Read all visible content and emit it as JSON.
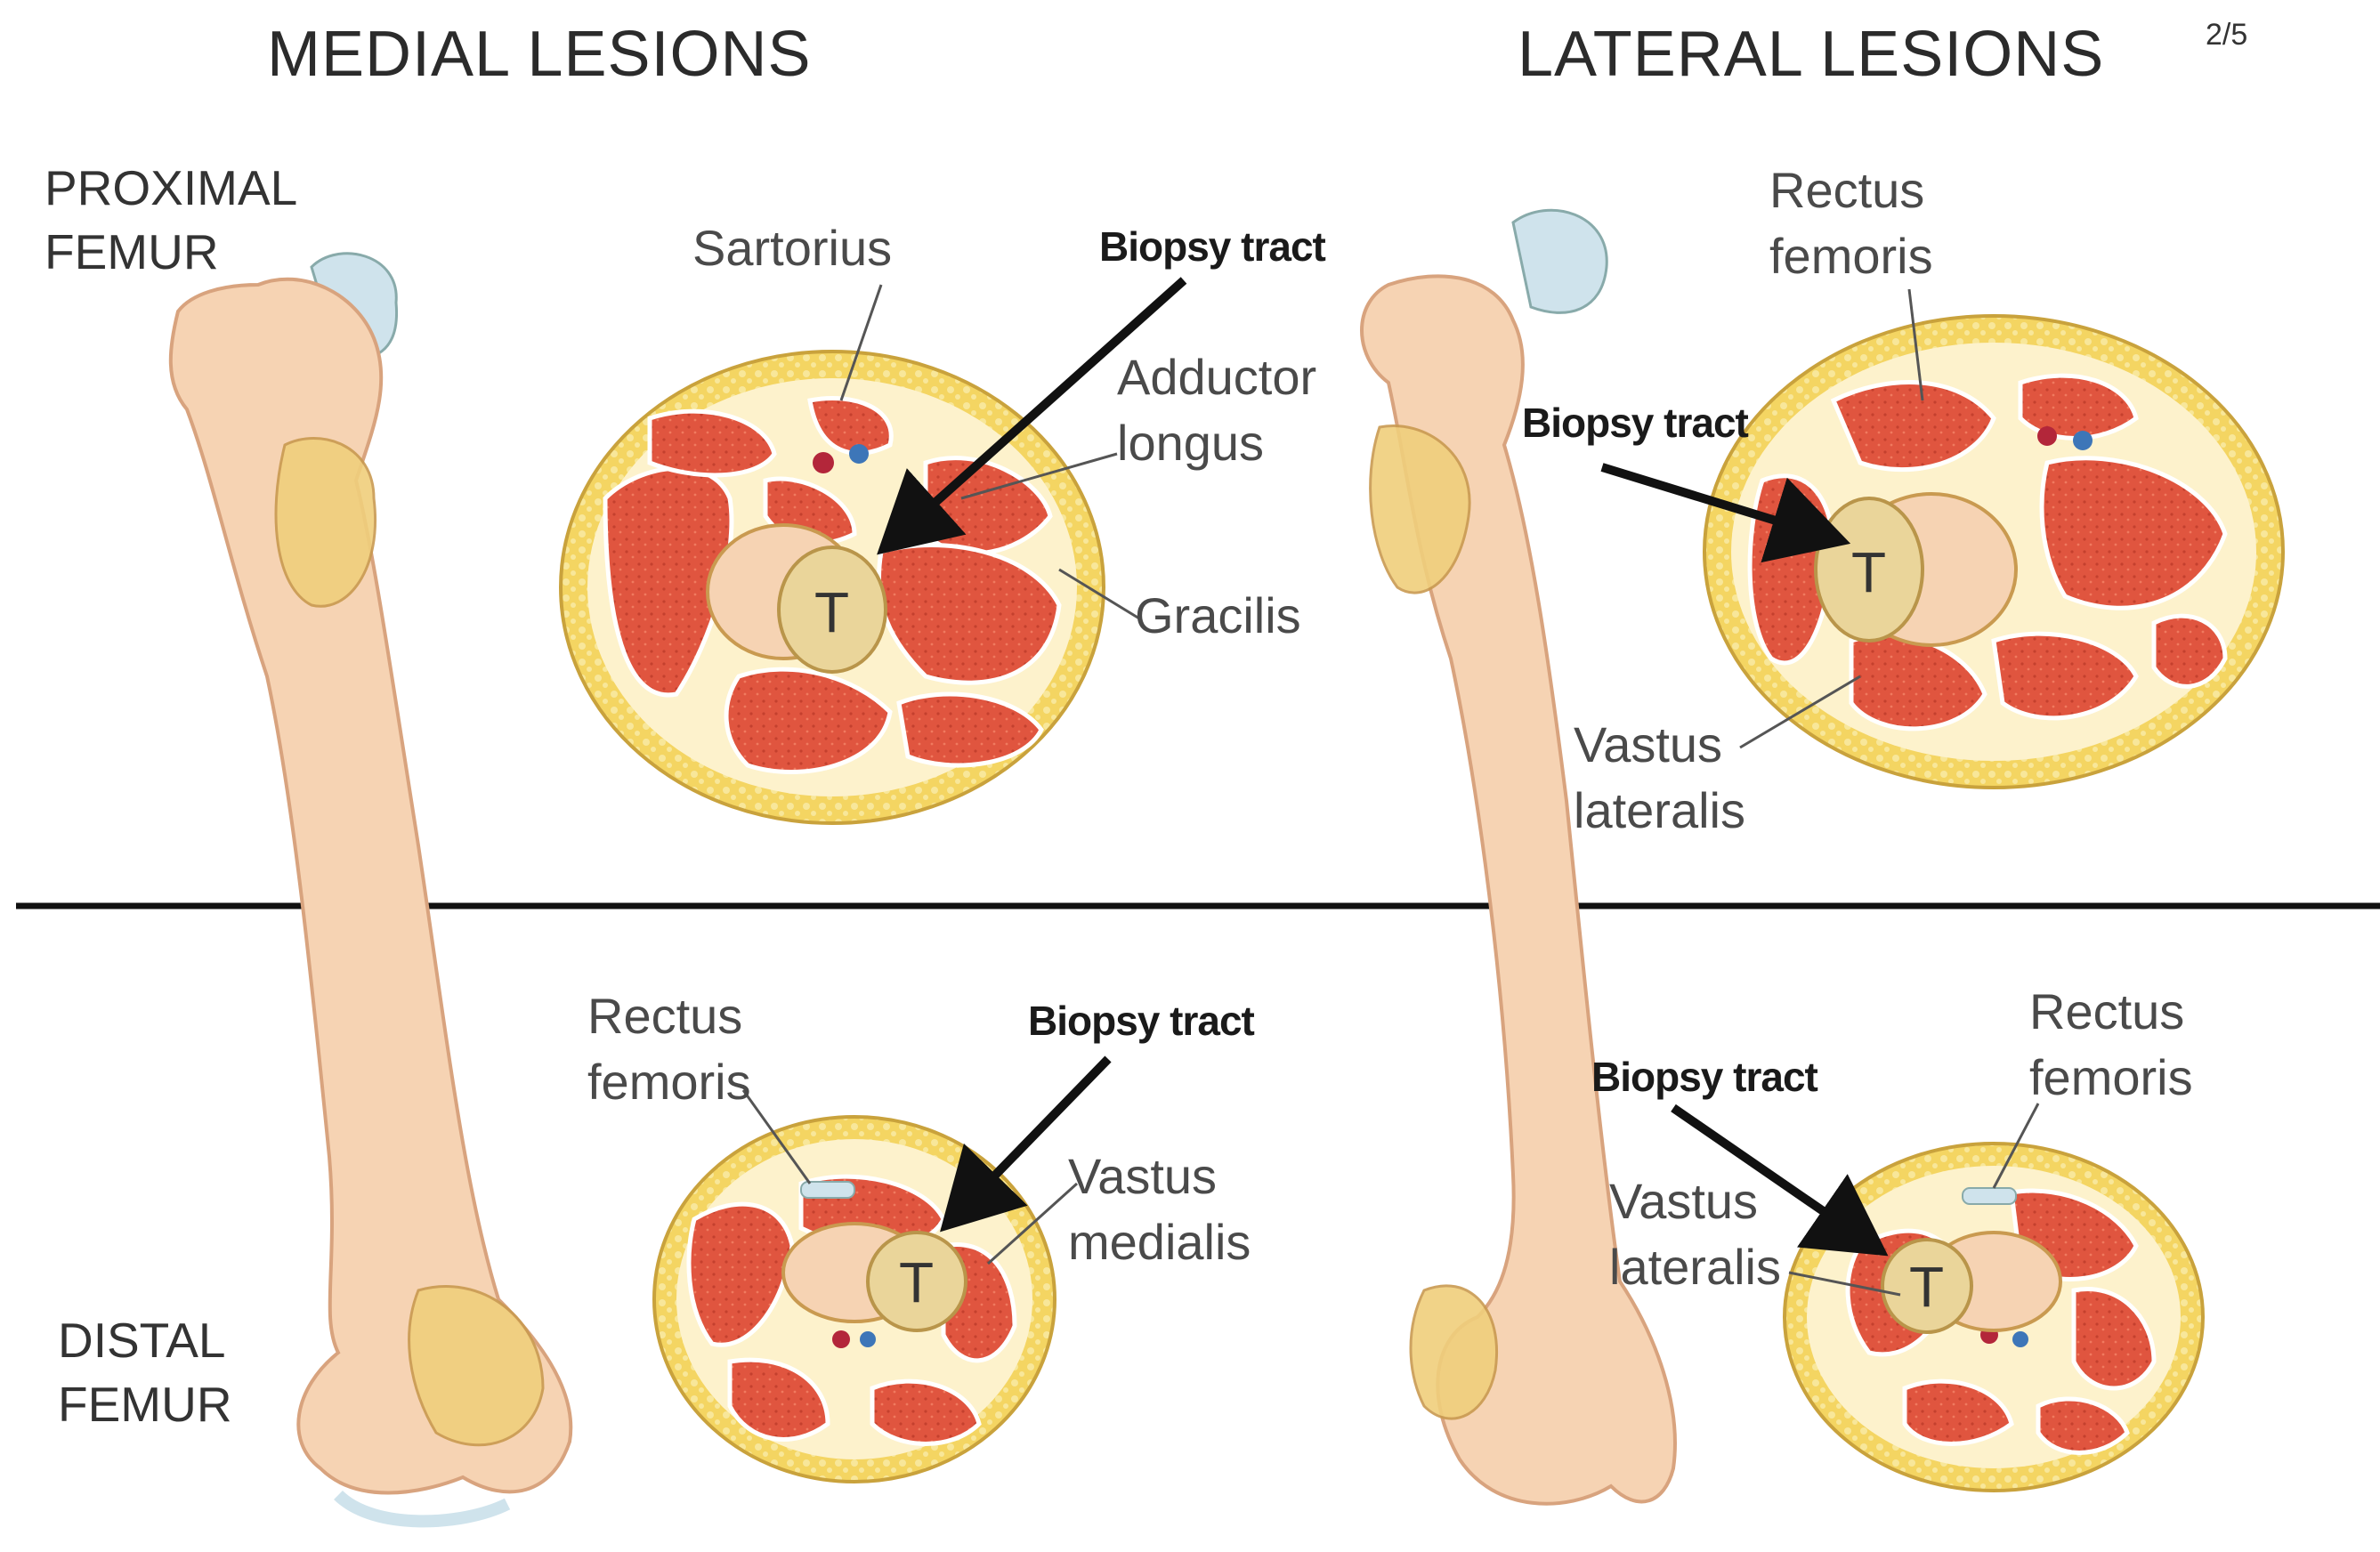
{
  "headings": {
    "medial": "MEDIAL LESIONS",
    "lateral": "LATERAL LESIONS",
    "page_number": "2/5"
  },
  "side_labels": {
    "proximal_line1": "PROXIMAL",
    "proximal_line2": "FEMUR",
    "distal_line1": "DISTAL",
    "distal_line2": "FEMUR"
  },
  "medial_proximal": {
    "sartorius": "Sartorius",
    "biopsy_tract": "Biopsy tract",
    "adductor_line1": "Adductor",
    "adductor_line2": "longus",
    "gracilis": "Gracilis",
    "tumor": "T"
  },
  "lateral_proximal": {
    "rectus_line1": "Rectus",
    "rectus_line2": "femoris",
    "biopsy_tract": "Biopsy tract",
    "vastus_line1": "Vastus",
    "vastus_line2": "lateralis",
    "tumor": "T"
  },
  "medial_distal": {
    "rectus_line1": "Rectus",
    "rectus_line2": "femoris",
    "biopsy_tract": "Biopsy tract",
    "vastus_line1": "Vastus",
    "vastus_line2": "medialis",
    "tumor": "T"
  },
  "lateral_distal": {
    "biopsy_tract": "Biopsy tract",
    "rectus_line1": "Rectus",
    "rectus_line2": "femoris",
    "vastus_line1": "Vastus",
    "vastus_line2": "lateralis",
    "tumor": "T"
  },
  "colors": {
    "bone": "#f6d3b3",
    "bone_shadow": "#e2b08c",
    "muscle": "#e0553f",
    "muscle_dark": "#c4402e",
    "fat": "#f4d562",
    "skin": "#fdf2cc",
    "tumor": "#ead59a",
    "cartilage": "#cfe3ec"
  }
}
